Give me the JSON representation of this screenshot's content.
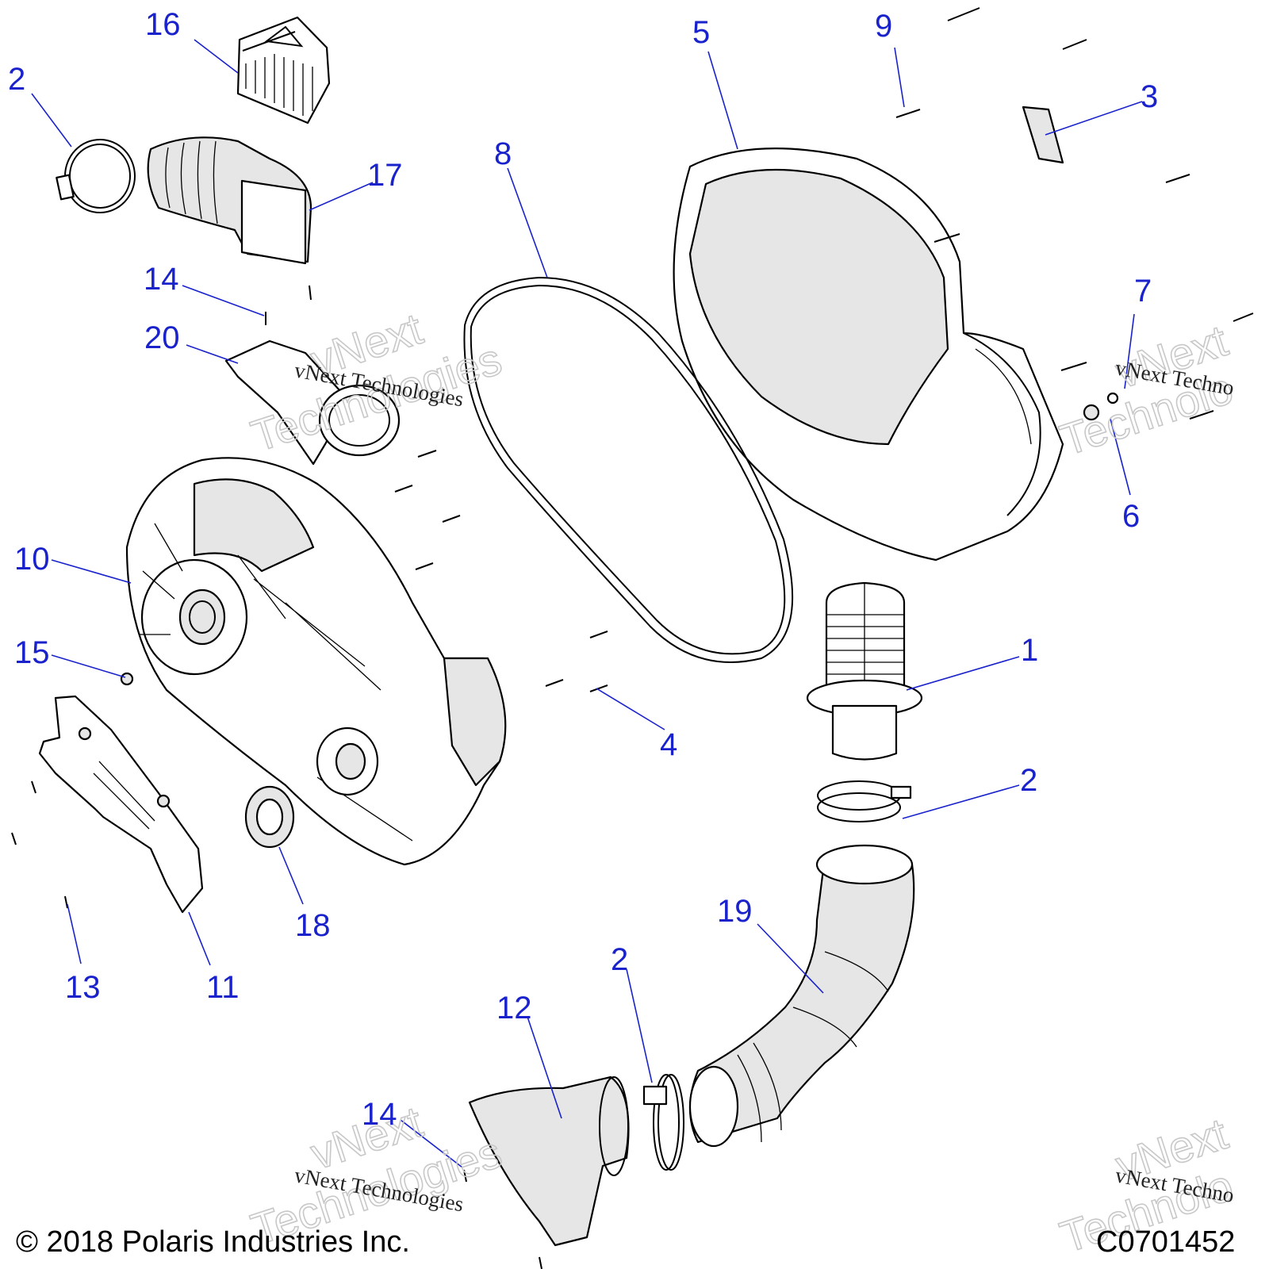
{
  "diagram": {
    "callouts": [
      "16",
      "2",
      "5",
      "9",
      "3",
      "8",
      "17",
      "14",
      "7",
      "20",
      "6",
      "10",
      "1",
      "15",
      "4",
      "2",
      "19",
      "18",
      "13",
      "11",
      "2",
      "12",
      "14"
    ],
    "watermark": {
      "line1": "vNext Technologies",
      "outline_top": "vNext",
      "outline_bottom": "Technologies",
      "line1_cut": "vNext Techno",
      "outline_bottom_cut": "Technolo"
    },
    "footer": {
      "copyright": "© 2018 Polaris Industries Inc.",
      "drawing_number": "C0701452"
    }
  }
}
